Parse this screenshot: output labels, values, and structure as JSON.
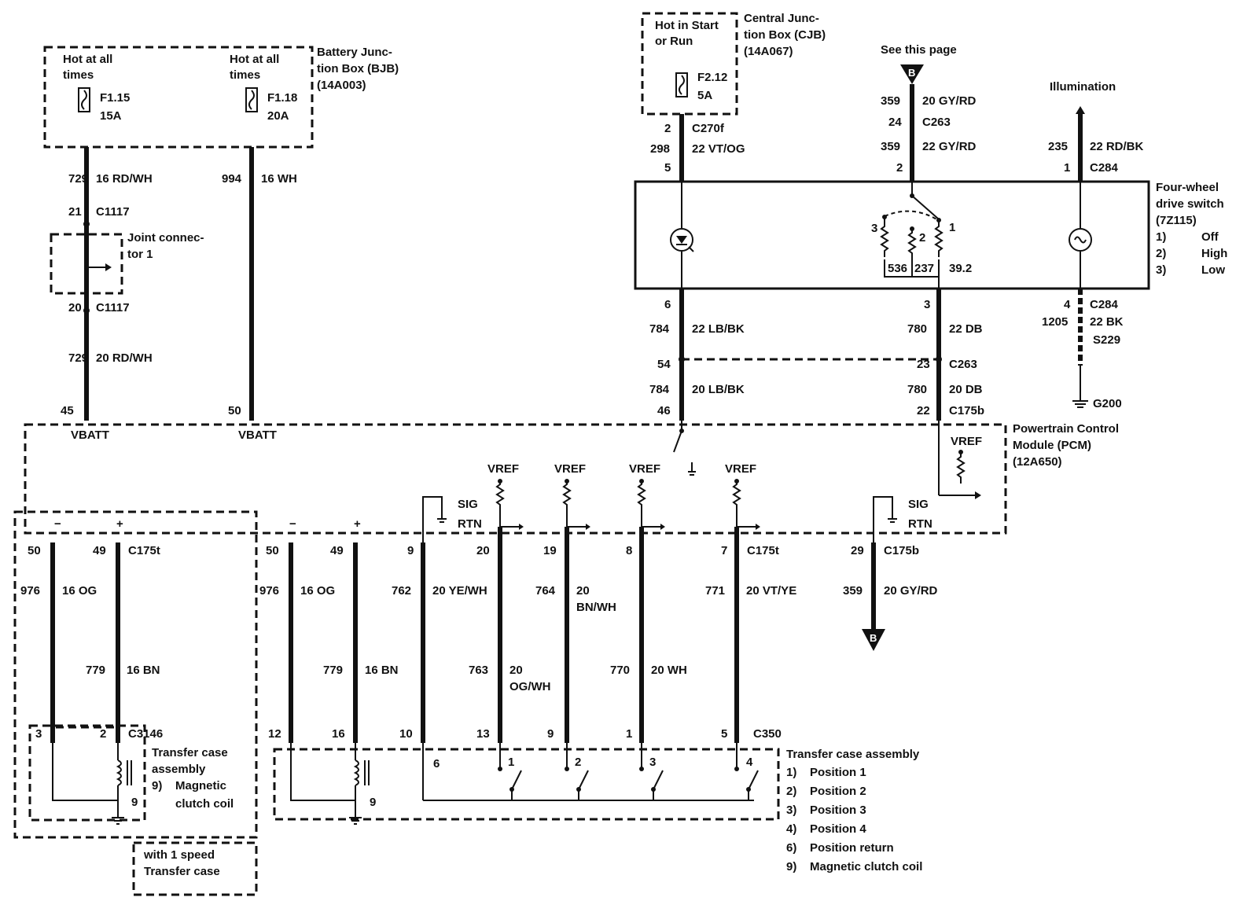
{
  "bjb": {
    "hot1": "Hot at all",
    "hot2": "times",
    "hot3": "Hot at all",
    "hot4": "times",
    "fuse1": "F1.15",
    "amp1": "15A",
    "fuse2": "F1.18",
    "amp2": "20A",
    "title1": "Battery Junc-",
    "title2": "tion Box (BJB)",
    "title3": "(14A003)"
  },
  "cjb": {
    "hot1": "Hot in Start",
    "hot2": "or Run",
    "fuse": "F2.12",
    "amp": "5A",
    "title1": "Central Junc-",
    "title2": "tion Box (CJB)",
    "title3": "(14A067)"
  },
  "see_page": "See this page",
  "illumination": "Illumination",
  "connector_b": "B",
  "fwd_switch": {
    "title1": "Four-wheel",
    "title2": "drive switch",
    "title3": "(7Z115)",
    "opts": [
      {
        "n": "1)",
        "t": "Off"
      },
      {
        "n": "2)",
        "t": "High"
      },
      {
        "n": "3)",
        "t": "Low"
      }
    ],
    "r1": "536",
    "r2": "237",
    "r3": "39.2",
    "p3": "3",
    "p2": "2",
    "p1": "1"
  },
  "joint": {
    "title1": "Joint connec-",
    "title2": "tor 1"
  },
  "pcm": {
    "title1": "Powertrain Control",
    "title2": "Module (PCM)",
    "title3": "(12A650)",
    "vbatt": "VBATT",
    "vref": "VREF",
    "sig": "SIG",
    "rtn": "RTN"
  },
  "wires": {
    "w729": "729",
    "w729_spec1": "16 RD/WH",
    "w729_spec2": "20 RD/WH",
    "w994": "994",
    "w994_spec": "16 WH",
    "w298": "298",
    "w298_spec": "22 VT/OG",
    "w359": "359",
    "w359_spec1": "20 GY/RD",
    "w359_spec2": "22 GY/RD",
    "w235": "235",
    "w235_spec": "22 RD/BK",
    "w784": "784",
    "w784_spec1": "22 LB/BK",
    "w784_spec2": "20 LB/BK",
    "w780": "780",
    "w780_spec1": "22 DB",
    "w780_spec2": "20 DB",
    "w1205": "1205",
    "w1205_spec": "22 BK",
    "w976": "976",
    "w976_spec": "16 OG",
    "w779": "779",
    "w779_spec": "16 BN",
    "w762": "762",
    "w762_spec": "20 YE/WH",
    "w764": "764",
    "w764_spec1": "20",
    "w764_spec2": "BN/WH",
    "w763": "763",
    "w763_spec1": "20",
    "w763_spec2": "OG/WH",
    "w770": "770",
    "w770_spec": "20 WH",
    "w771": "771",
    "w771_spec": "20 VT/YE",
    "w359b": "359",
    "w359b_spec": "20 GY/RD"
  },
  "connectors": {
    "c1117": "C1117",
    "c270f": "C270f",
    "c263": "C263",
    "c284": "C284",
    "s229": "S229",
    "g200": "G200",
    "c175b": "C175b",
    "c175t": "C175t",
    "c3146": "C3146",
    "c350": "C350"
  },
  "pins": {
    "p2": "2",
    "p5": "5",
    "p24": "24",
    "p2b": "2",
    "p1": "1",
    "p21": "21",
    "p20": "20",
    "p6": "6",
    "p3": "3",
    "p4": "4",
    "p54": "54",
    "p23": "23",
    "p45": "45",
    "p50": "50",
    "p46": "46",
    "p22": "22",
    "b50": "50",
    "b49": "49",
    "b50b": "50",
    "b49b": "49",
    "b9": "9",
    "b20": "20",
    "b19": "19",
    "b8": "8",
    "b7": "7",
    "b29": "29",
    "t3": "3",
    "t2": "2",
    "t12": "12",
    "t16": "16",
    "t10": "10",
    "t13": "13",
    "t9": "9",
    "t1": "1",
    "t5": "5",
    "minus": "−",
    "plus": "+"
  },
  "tc1": {
    "title1": "Transfer case",
    "title2": "assembly",
    "item_n": "9)",
    "item1": "Magnetic",
    "item2": "clutch coil",
    "coil_pin": "9",
    "note1": "with 1 speed",
    "note2": "Transfer case"
  },
  "tc2": {
    "title": "Transfer case assembly",
    "items": [
      {
        "n": "1)",
        "t": "Position 1"
      },
      {
        "n": "2)",
        "t": "Position 2"
      },
      {
        "n": "3)",
        "t": "Position 3"
      },
      {
        "n": "4)",
        "t": "Position 4"
      },
      {
        "n": "6)",
        "t": "Position return"
      },
      {
        "n": "9)",
        "t": "Magnetic clutch coil"
      }
    ],
    "sw6": "6",
    "sw1": "1",
    "sw2": "2",
    "sw3": "3",
    "sw4": "4",
    "coil_pin": "9"
  }
}
